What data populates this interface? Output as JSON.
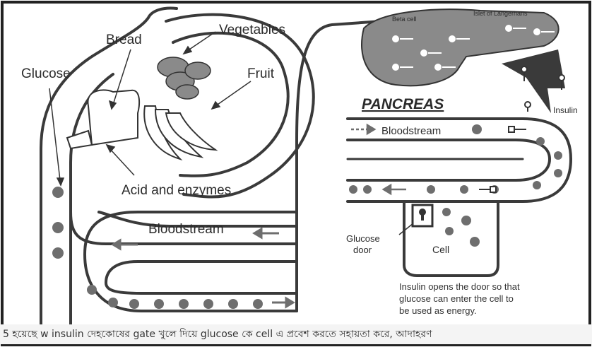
{
  "labels": {
    "bread": "Bread",
    "vegetables": "Vegetables",
    "glucose": "Glucose",
    "fruit": "Fruit",
    "acid": "Acid and enzymes",
    "bloodstream_left": "Bloodstream",
    "pancreas": "PANCREAS",
    "beta_cell": "Beta cell",
    "islet": "Islet of Langerhans",
    "insulin": "Insulin",
    "bloodstream_right": "Bloodstream",
    "glucose_door_1": "Glucose",
    "glucose_door_2": "door",
    "cell": "Cell",
    "caption_1": "Insulin opens the door so that",
    "caption_2": "glucose can enter the cell to",
    "caption_3": "be used as energy."
  },
  "footer": "5 হয়েছে w insulin দেহকোষের gate খুলে দিয়ে glucose কে cell এ প্রবেশ করতে সহায়তা করে, আদাহরণ",
  "colors": {
    "line": "#3a3a3a",
    "dot": "#6e6e6e",
    "pancreas_fill": "#8a8a8a",
    "background": "#ffffff"
  }
}
